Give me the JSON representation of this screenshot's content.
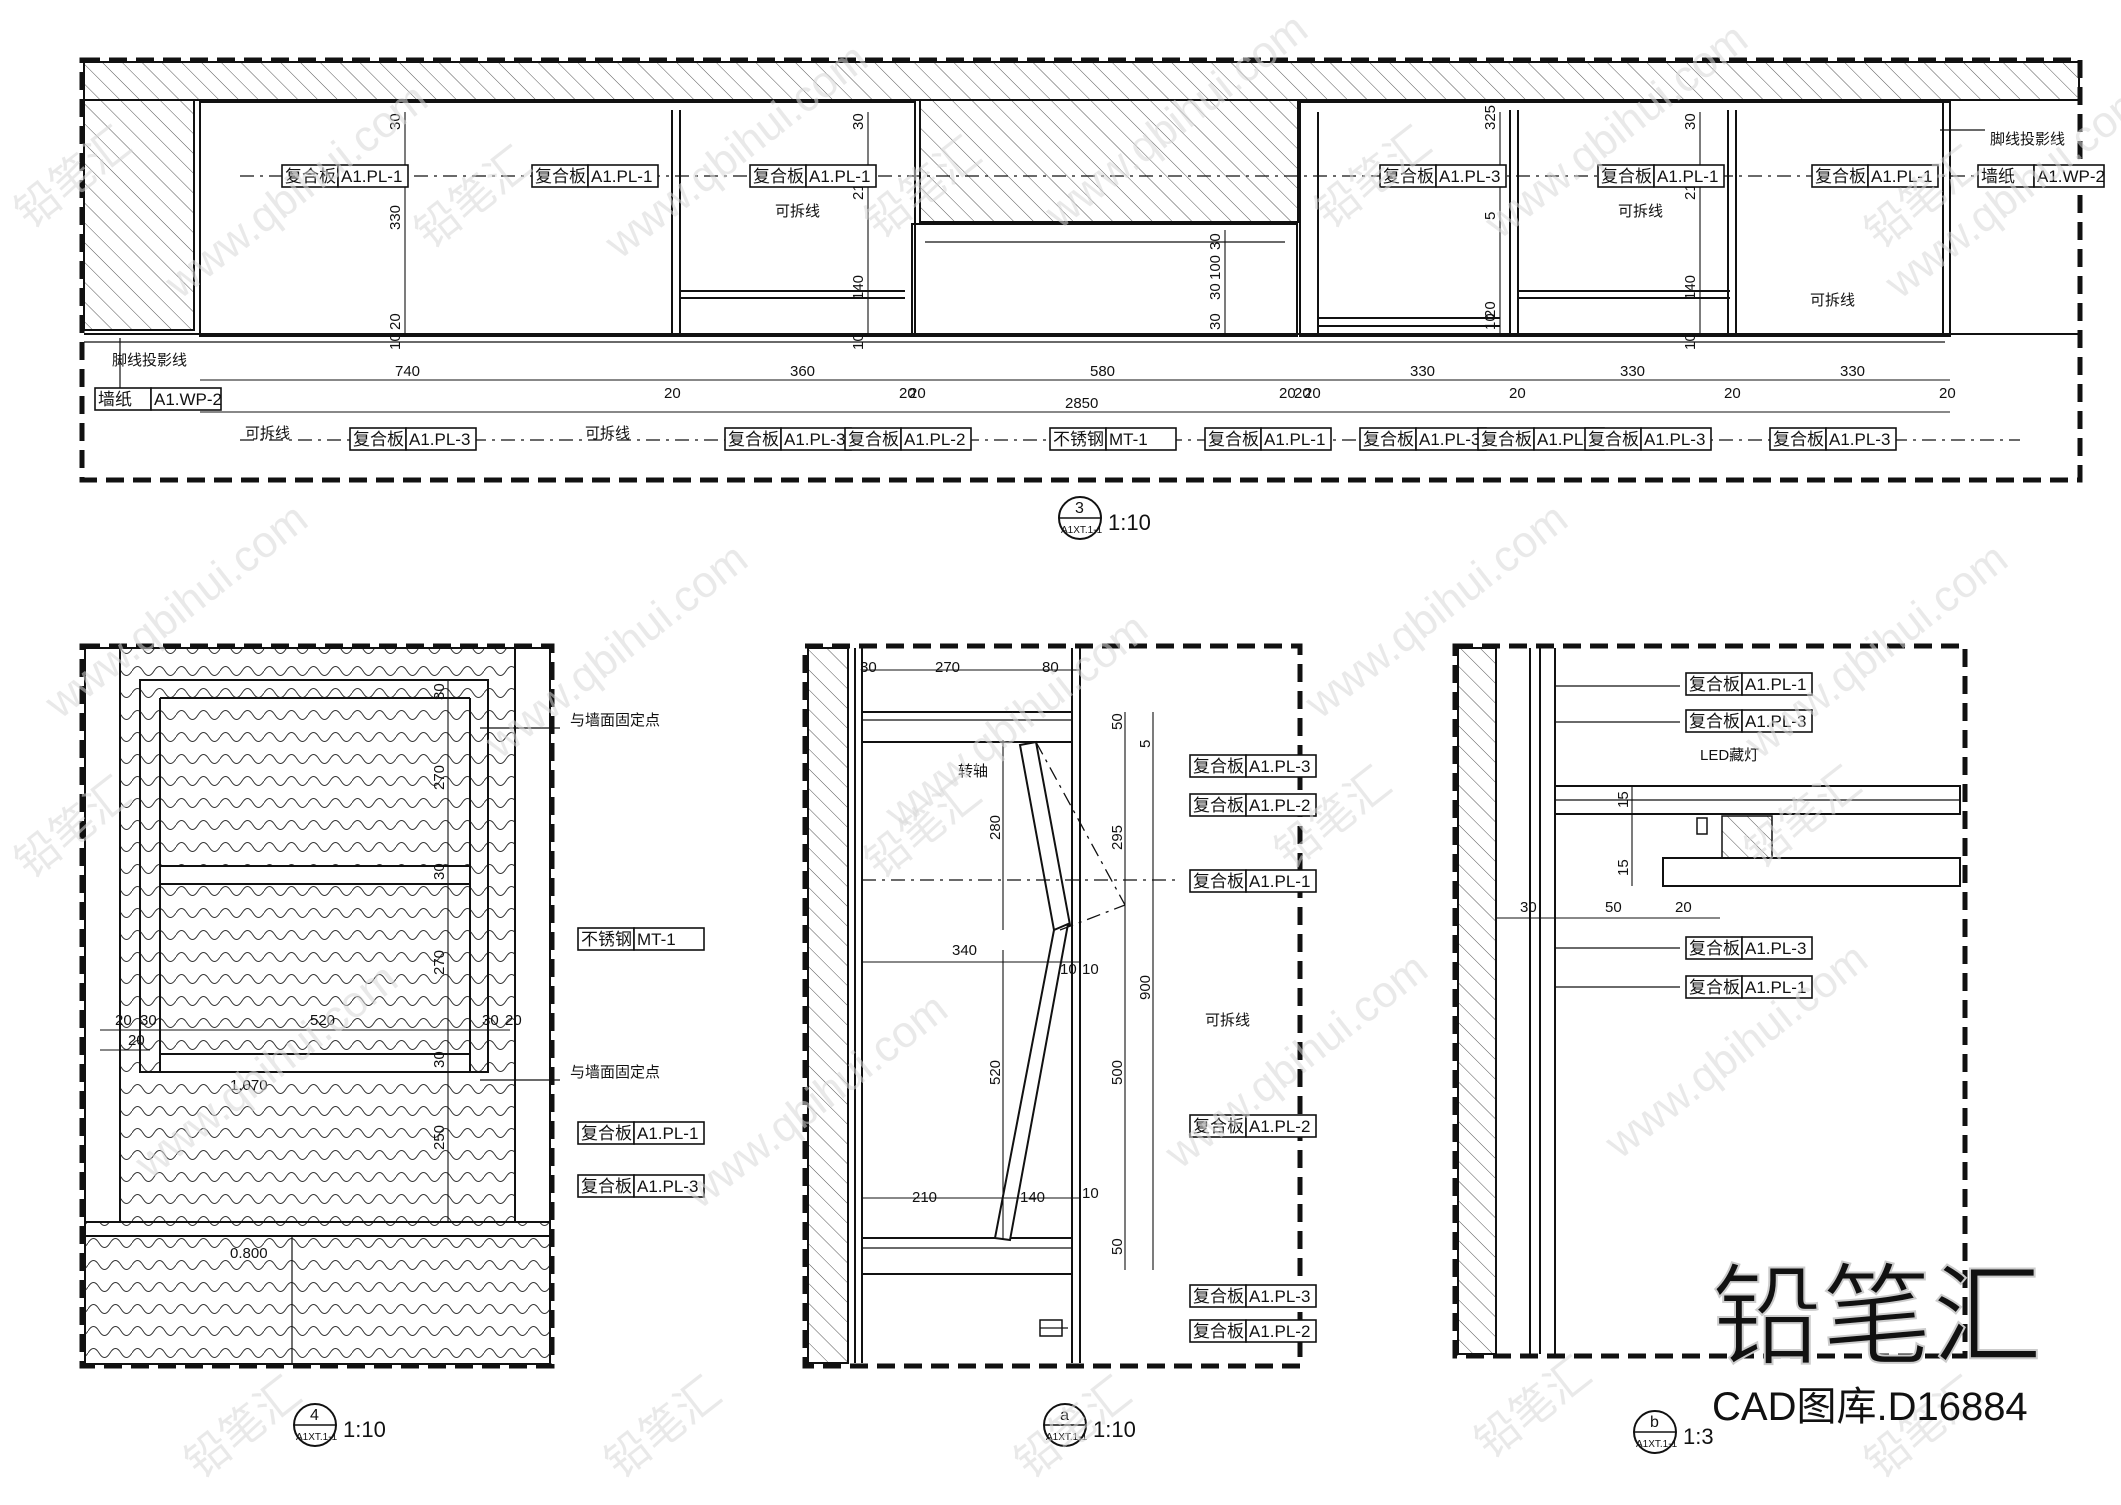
{
  "drawings": {
    "elev3": {
      "ref_number": "3",
      "ref_sheet": "A1XT.1-1",
      "scale": "1:10",
      "bay_dims": [
        "740",
        "360",
        "580",
        "330",
        "330",
        "330"
      ],
      "gap_dims": [
        "20",
        "20",
        "20",
        "20",
        "20",
        "20",
        "20",
        "20",
        "20",
        "20"
      ],
      "overall_dim": "2850",
      "vertical_dims": [
        "30",
        "330",
        "20",
        "10",
        "30",
        "210",
        "140",
        "10",
        "30",
        "100",
        "30",
        "30",
        "325",
        "5",
        "20",
        "10",
        "30",
        "210",
        "140",
        "10"
      ],
      "top_tags": [
        {
          "prefix": "复合板",
          "code": "A1.PL-1"
        },
        {
          "prefix": "复合板",
          "code": "A1.PL-1"
        },
        {
          "prefix": "复合板",
          "code": "A1.PL-1"
        },
        {
          "prefix": "复合板",
          "code": "A1.PL-3"
        },
        {
          "prefix": "复合板",
          "code": "A1.PL-1"
        },
        {
          "prefix": "复合板",
          "code": "A1.PL-1"
        }
      ],
      "bottom_tags": [
        {
          "prefix": "复合板",
          "code": "A1.PL-3"
        },
        {
          "prefix": "复合板",
          "code": "A1.PL-3"
        },
        {
          "prefix": "复合板",
          "code": "A1.PL-2"
        },
        {
          "prefix": "不锈钢",
          "code": "MT-1"
        },
        {
          "prefix": "复合板",
          "code": "A1.PL-1"
        },
        {
          "prefix": "复合板",
          "code": "A1.PL-3"
        },
        {
          "prefix": "复合板",
          "code": "A1.PL-2"
        },
        {
          "prefix": "复合板",
          "code": "A1.PL-3"
        },
        {
          "prefix": "复合板",
          "code": "A1.PL-3"
        }
      ],
      "left_tag": {
        "prefix": "墙纸",
        "code": "A1.WP-2"
      },
      "right_tag": {
        "prefix": "墙纸",
        "code": "A1.WP-2"
      },
      "left_note": "脚线投影线",
      "right_note": "脚线投影线",
      "removable_label": "可拆线"
    },
    "elev4": {
      "ref_number": "4",
      "ref_sheet": "A1XT.1-1",
      "scale": "1:10",
      "dims_v": [
        "30",
        "270",
        "30",
        "270",
        "30",
        "250"
      ],
      "dims_h": [
        "20",
        "30",
        "520",
        "30",
        "20",
        "20"
      ],
      "level_upper": "1.070",
      "level_lower": "0.800",
      "note_fix": "与墙面固定点",
      "tags": [
        {
          "prefix": "不锈钢",
          "code": "MT-1"
        },
        {
          "prefix": "复合板",
          "code": "A1.PL-1"
        },
        {
          "prefix": "复合板",
          "code": "A1.PL-3"
        }
      ]
    },
    "secA": {
      "ref_number": "a",
      "ref_sheet": "A1XT.1-1",
      "scale": "1:10",
      "dims_top": [
        "30",
        "270",
        "80"
      ],
      "dims_mid": [
        "340",
        "10",
        "10"
      ],
      "dims_bot": [
        "210",
        "140",
        "10"
      ],
      "dims_v_left": [
        "280",
        "520"
      ],
      "dims_v_right": [
        "50",
        "5",
        "295",
        "900",
        "500",
        "50"
      ],
      "pivot_label": "转轴",
      "removable_label": "可拆线",
      "tags": [
        {
          "prefix": "复合板",
          "code": "A1.PL-3"
        },
        {
          "prefix": "复合板",
          "code": "A1.PL-2"
        },
        {
          "prefix": "复合板",
          "code": "A1.PL-1"
        },
        {
          "prefix": "复合板",
          "code": "A1.PL-2"
        },
        {
          "prefix": "复合板",
          "code": "A1.PL-3"
        },
        {
          "prefix": "复合板",
          "code": "A1.PL-2"
        }
      ]
    },
    "detB": {
      "ref_number": "b",
      "ref_sheet": "A1XT.1-1",
      "scale": "1:3",
      "led_label": "LED藏灯",
      "dims_h": [
        "30",
        "50",
        "20"
      ],
      "dims_v": [
        "15",
        "15"
      ],
      "tags": [
        {
          "prefix": "复合板",
          "code": "A1.PL-1"
        },
        {
          "prefix": "复合板",
          "code": "A1.PL-3"
        },
        {
          "prefix": "复合板",
          "code": "A1.PL-3"
        },
        {
          "prefix": "复合板",
          "code": "A1.PL-1"
        }
      ]
    }
  },
  "watermark": {
    "domain": "www.qbihui.com",
    "cn_mark": "铅笔汇",
    "big_logo": "铅笔汇",
    "catalog": "CAD图库.D16884"
  }
}
